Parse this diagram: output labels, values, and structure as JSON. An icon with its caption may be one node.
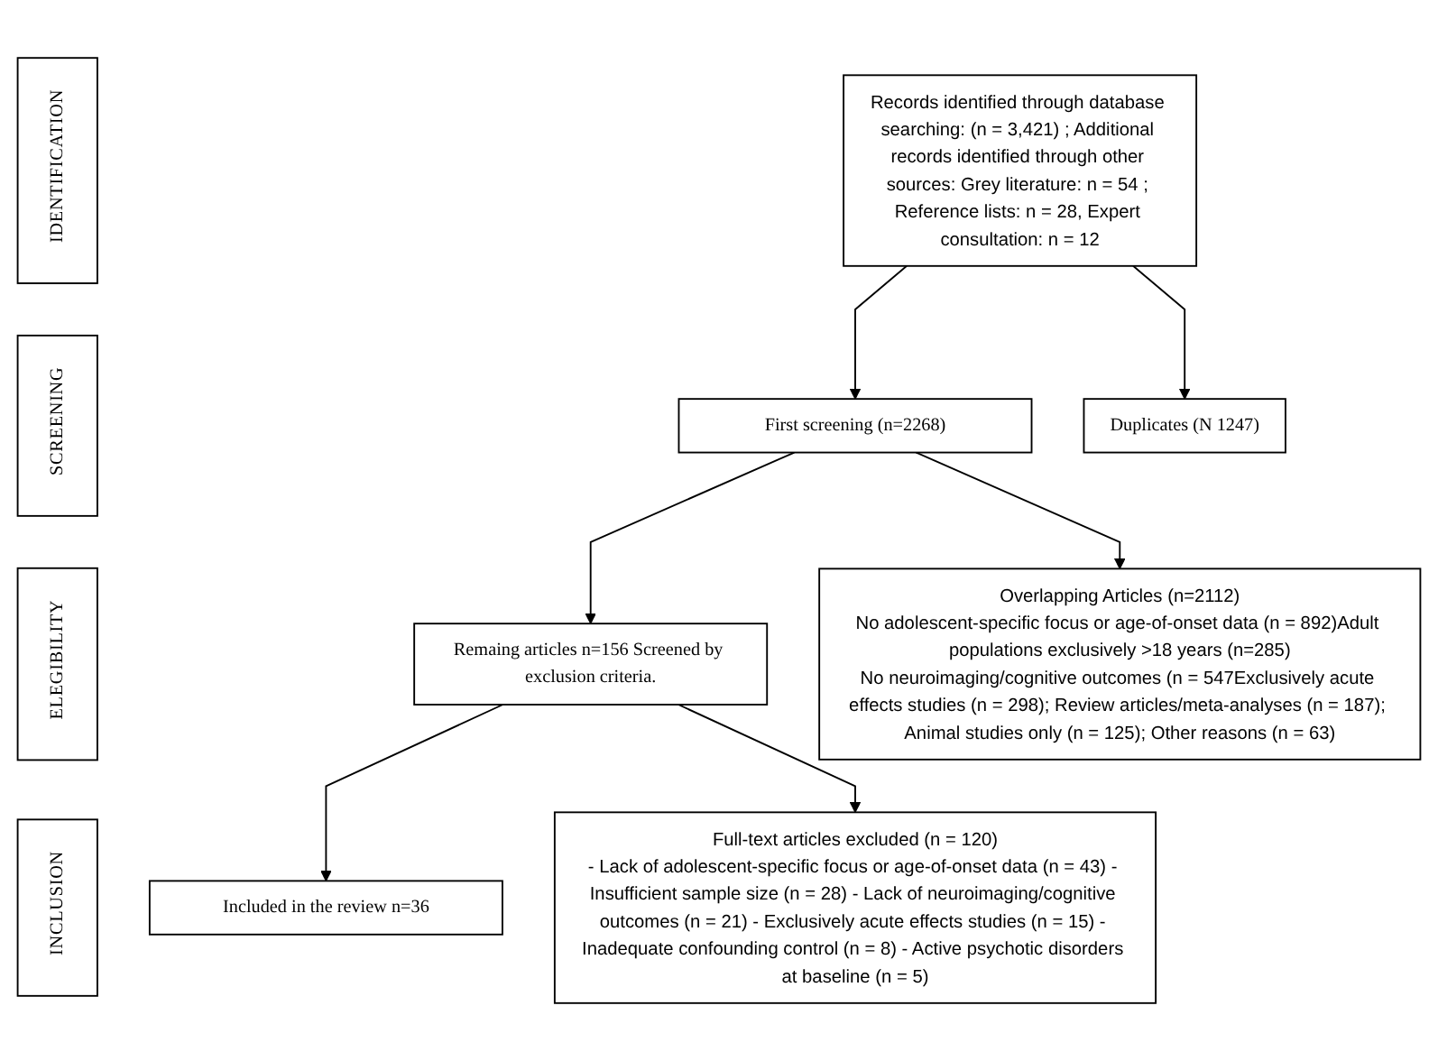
{
  "diagram": {
    "nodes": [
      {
        "text": [
          "IDENTIFICATION"
        ]
      },
      {
        "text": [
          "Records identified through database searching: (n = 3,421) ; Additional records identified through other sources: Grey literature: n = 54 ; Reference lists: n = 28, Expert consultation: n = 12"
        ]
      },
      {
        "text": [
          "Duplicates (N 1247)"
        ]
      },
      {
        "text": [
          "SCREENING"
        ]
      },
      {
        "text": [
          "First screening (n=2268)"
        ]
      },
      {
        "text": [
          "Overlapping Articles (n=2112)",
          "No adolescent-specific focus or age-of-onset data (n = 892)Adult populations exclusively >18 years (n=285)",
          "No neuroimaging/cognitive outcomes (n = 547Exclusively acute effects studies (n = 298); Review articles/meta-analyses (n = 187); Animal studies only (n = 125); Other reasons (n = 63)"
        ]
      },
      {
        "text": [
          "ELEGIBILITY"
        ]
      },
      {
        "text": [
          "Remaing articles n=156 Screened by exclusion criteria."
        ]
      },
      {
        "text": [
          "Full-text articles excluded (n = 120)",
          "- Lack of adolescent-specific focus or age-of-onset data (n = 43) - Insufficient sample size (n = 28) - Lack of neuroimaging/cognitive outcomes (n = 21) - Exclusively acute effects studies (n = 15) - Inadequate confounding control (n = 8) - Active psychotic disorders at baseline (n = 5)"
        ]
      },
      {
        "text": [
          "INCLUSION"
        ]
      },
      {
        "text": [
          "Included in the review n=36"
        ]
      }
    ],
    "edges": [
      {
        "from": 1,
        "to": 4,
        "arrow": "to"
      },
      {
        "from": 1,
        "to": 2,
        "arrow": "to"
      },
      {
        "from": 4,
        "to": 7,
        "arrow": "to"
      },
      {
        "from": 4,
        "to": 5,
        "arrow": "to"
      },
      {
        "from": 7,
        "to": 10,
        "arrow": "to"
      },
      {
        "from": 7,
        "to": 8,
        "arrow": "to"
      }
    ]
  }
}
